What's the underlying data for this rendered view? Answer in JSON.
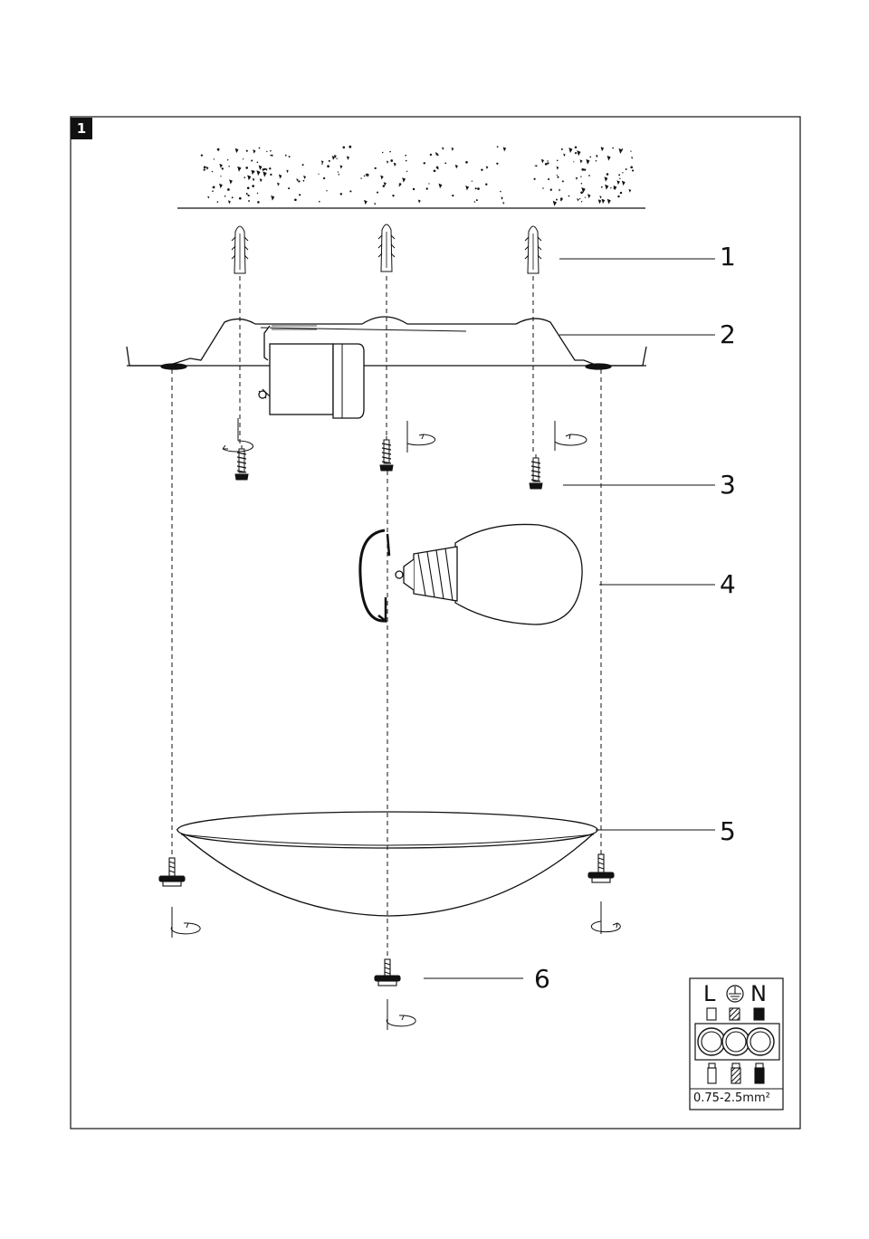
{
  "step": {
    "number": "1"
  },
  "callouts": [
    {
      "id": "1",
      "label": "1"
    },
    {
      "id": "2",
      "label": "2"
    },
    {
      "id": "3",
      "label": "3"
    },
    {
      "id": "4",
      "label": "4"
    },
    {
      "id": "5",
      "label": "5"
    },
    {
      "id": "6",
      "label": "6"
    }
  ],
  "terminal": {
    "label_l": "L",
    "label_n": "N",
    "earth_icon": "earth-ground-icon",
    "cable_range": "0.75-2.5mm²"
  },
  "colors": {
    "ink": "#111111",
    "paper": "#ffffff"
  }
}
